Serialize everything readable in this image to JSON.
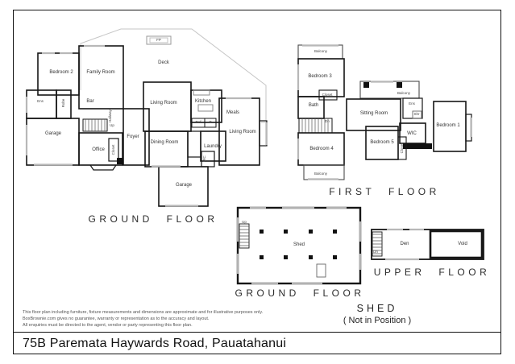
{
  "address_bar": {
    "text": "75B Paremata Haywards Road, Pauatahanui"
  },
  "disclaimer": {
    "line1": "This floor plan including furniture, fixture measurements and dimensions are approximate and for illustrative purposes only.",
    "line2": "BoxBrownie.com gives no guarantee, warranty or representation as to the accuracy and layout.",
    "line3": "All enquiries must be directed to the agent, vendor or party representing this floor plan."
  },
  "house_ground": {
    "title": "GROUND FLOOR",
    "rooms": {
      "bedroom2": "Bedroom 2",
      "family_room": "Family Room",
      "bar": "Bar",
      "ens": "Ens",
      "robe": "Robe",
      "garage": "Garage",
      "office": "Office",
      "hallway": "Hallway",
      "up": "Up",
      "foyer": "Foyer",
      "closet": "Closet",
      "living_room": "Living Room",
      "kitchen": "Kitchen",
      "ref": "Ref",
      "pantry": "P",
      "meals": "Meals",
      "living_room2": "Living Room",
      "dining_room": "Dining Room",
      "laundry": "Laundry",
      "wc": "WC",
      "rear_garage": "Garage",
      "deck": "Deck",
      "fireplace": "FP"
    }
  },
  "house_first": {
    "title": "FIRST FLOOR",
    "rooms": {
      "balcony_top": "Balcony",
      "bedroom3": "Bedroom 3",
      "closet": "Closet",
      "bath": "Bath",
      "dn": "Dn",
      "bedroom4": "Bedroom 4",
      "balcony_bottom": "Balcony",
      "sitting_room": "Sitting Room",
      "balcony_right": "Balcony",
      "ens": "Ens",
      "shr": "Shr",
      "wic": "WIC",
      "bedroom5": "Bedroom 5",
      "closet2": "Closet",
      "bedroom1": "Bedroom 1"
    }
  },
  "shed_ground": {
    "title": "GROUND FLOOR",
    "rooms": {
      "shed": "Shed",
      "up": "Up"
    }
  },
  "shed_upper": {
    "title": "UPPER FLOOR",
    "rooms": {
      "dn": "Dn",
      "den": "Den",
      "void": "Void"
    }
  },
  "shed_caption": {
    "name": "SHED",
    "note": "( Not in Position )"
  }
}
